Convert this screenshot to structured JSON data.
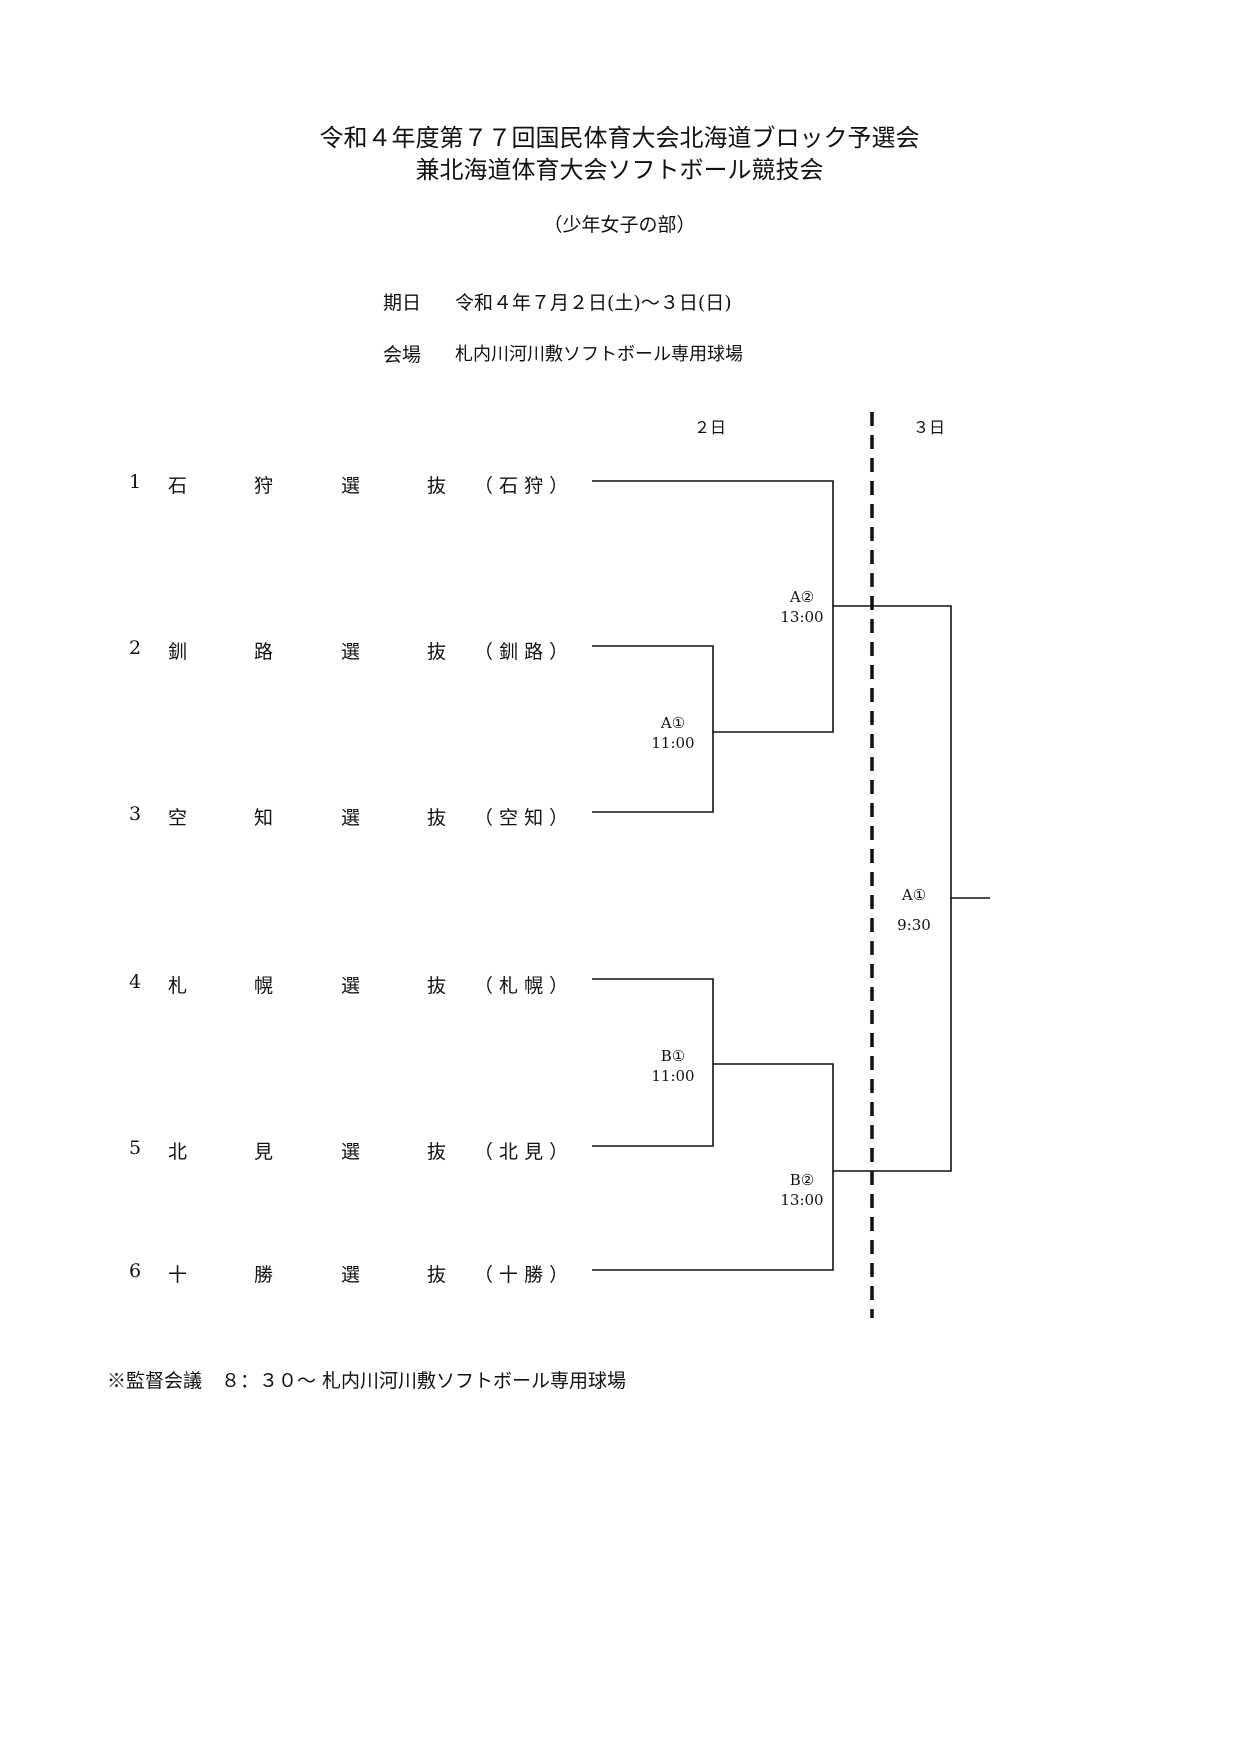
{
  "header": {
    "title_line1": "令和４年度第７７回国民体育大会北海道ブロック予選会",
    "title_line2": "兼北海道体育大会ソフトボール競技会",
    "division": "（少年女子の部）"
  },
  "info": {
    "date_label": "期日",
    "date_value": "令和４年７月２日(土)～３日(日)",
    "venue_label": "会場",
    "venue_value": "札内川河川敷ソフトボール専用球場"
  },
  "days": {
    "day1": "２日",
    "day2": "３日"
  },
  "teams": [
    {
      "num": "1",
      "c1": "石",
      "c2": "狩",
      "c3": "選",
      "c4": "抜",
      "region": "（ 石 狩 ）"
    },
    {
      "num": "2",
      "c1": "釧",
      "c2": "路",
      "c3": "選",
      "c4": "抜",
      "region": "（ 釧 路 ）"
    },
    {
      "num": "3",
      "c1": "空",
      "c2": "知",
      "c3": "選",
      "c4": "抜",
      "region": "（ 空 知 ）"
    },
    {
      "num": "4",
      "c1": "札",
      "c2": "幌",
      "c3": "選",
      "c4": "抜",
      "region": "（ 札 幌 ）"
    },
    {
      "num": "5",
      "c1": "北",
      "c2": "見",
      "c3": "選",
      "c4": "抜",
      "region": "（ 北 見 ）"
    },
    {
      "num": "6",
      "c1": "十",
      "c2": "勝",
      "c3": "選",
      "c4": "抜",
      "region": "（ 十 勝 ）"
    }
  ],
  "matches": {
    "a1": {
      "code": "A①",
      "time": "11:00"
    },
    "a2": {
      "code": "A②",
      "time": "13:00"
    },
    "b1": {
      "code": "B①",
      "time": "11:00"
    },
    "b2": {
      "code": "B②",
      "time": "13:00"
    },
    "final": {
      "code": "A①",
      "time": "9:30"
    }
  },
  "note": "※監督会議　８：３０～ 札内川河川敷ソフトボール専用球場"
}
